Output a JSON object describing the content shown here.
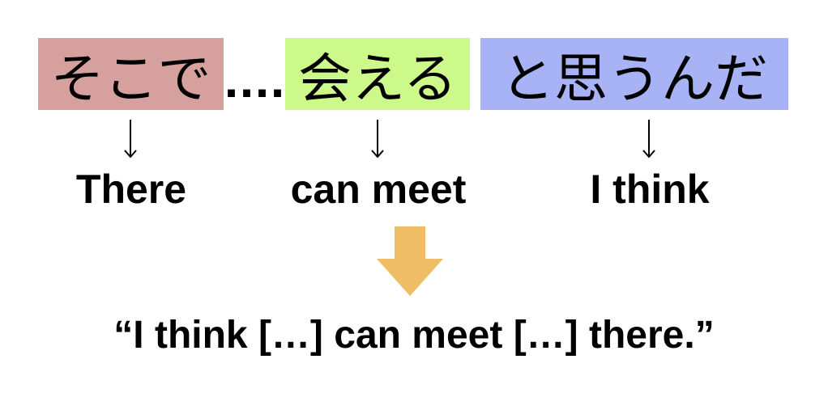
{
  "japanese": {
    "segment1": "そこで",
    "ellipsis": "....",
    "segment2": "会える",
    "segment3": "と思うんだ"
  },
  "translations": {
    "segment1": "There",
    "segment2": "can meet",
    "segment3": "I think"
  },
  "result_sentence": "“I think […] can meet […] there.”",
  "colors": {
    "segment1_bg": "#d6a09f",
    "segment2_bg": "#cdf98b",
    "segment3_bg": "#a8b3f5",
    "arrow": "#efbd66"
  }
}
